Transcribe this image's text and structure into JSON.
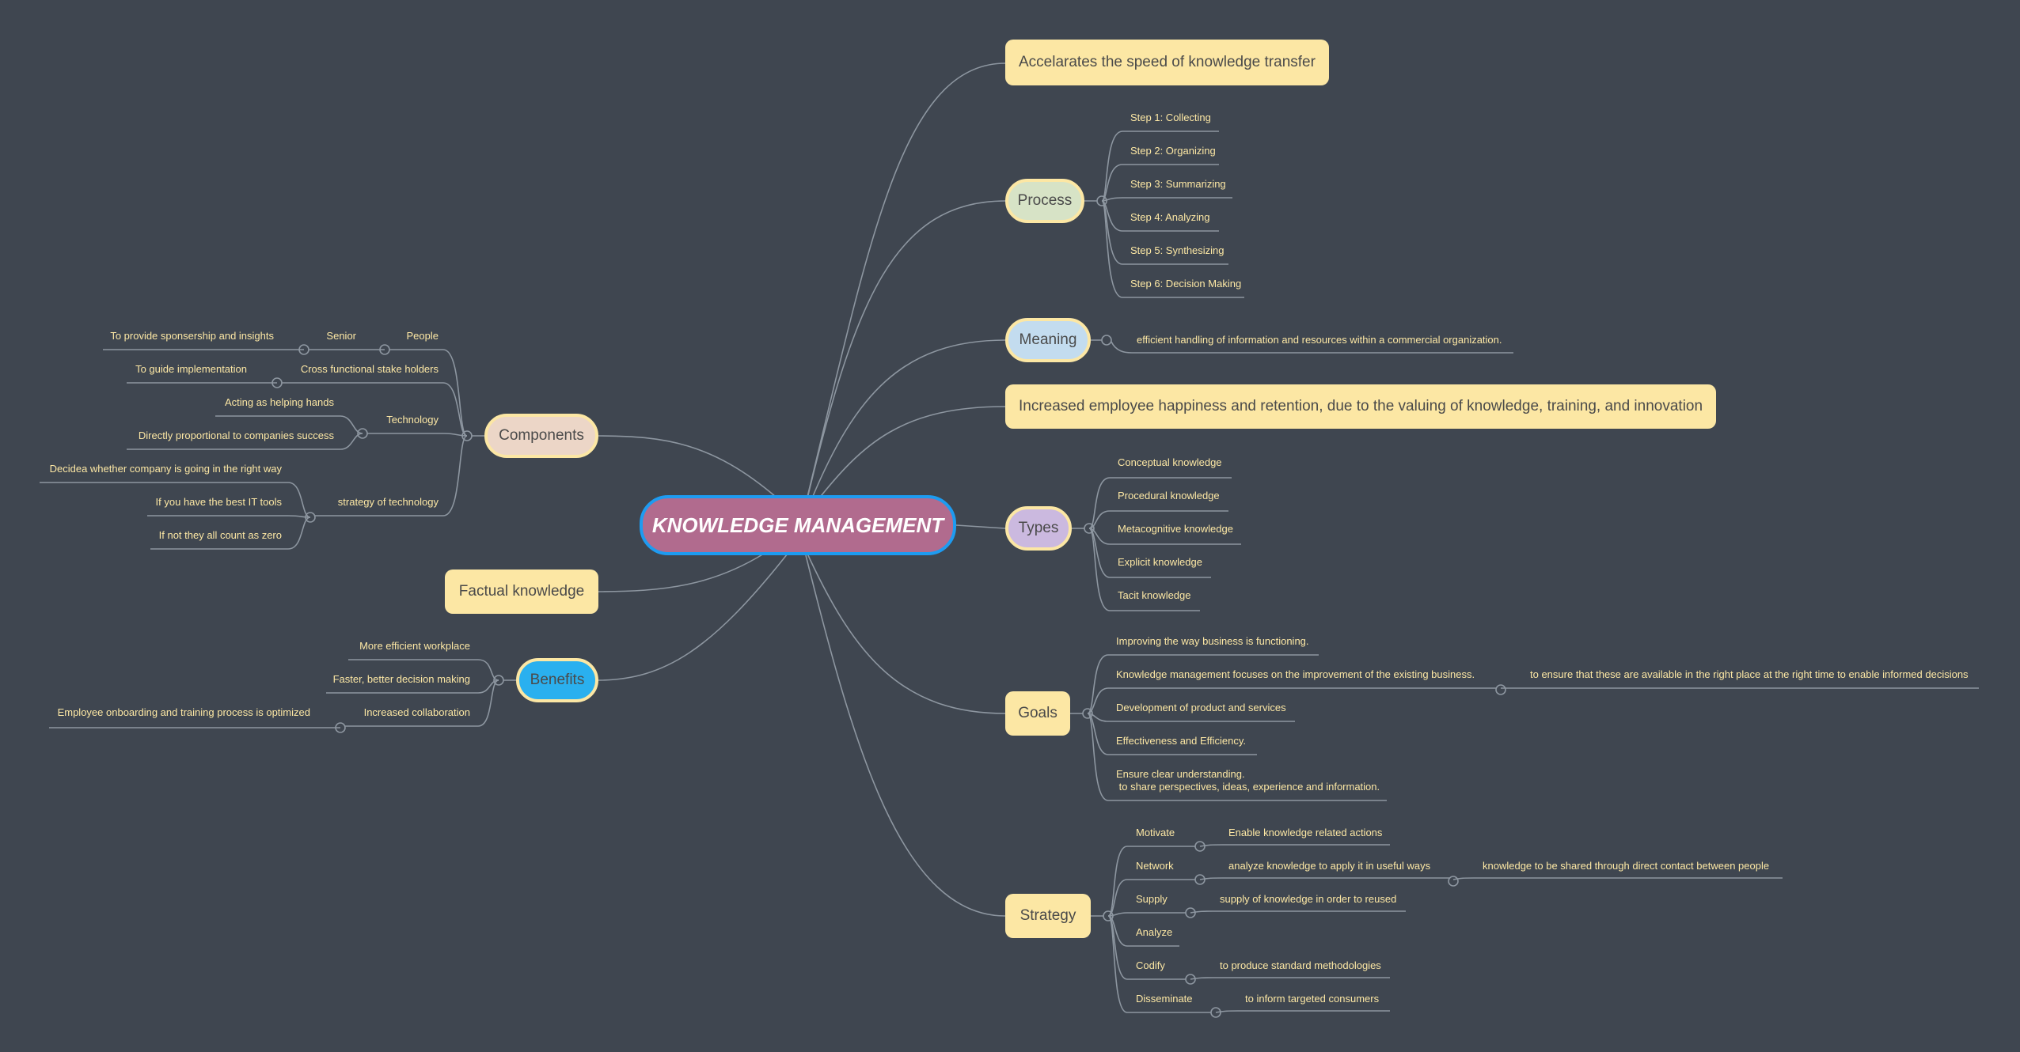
{
  "central": "KNOWLEDGE MANAGEMENT",
  "right": {
    "speed": "Accelarates the speed of knowledge transfer",
    "process": {
      "label": "Process",
      "steps": [
        "Step 1: Collecting",
        "Step 2: Organizing",
        "Step 3: Summarizing",
        "Step 4: Analyzing",
        "Step 5: Synthesizing",
        "Step 6: Decision Making"
      ]
    },
    "meaning": {
      "label": "Meaning",
      "text": "efficient handling of information and resources within a commercial organization."
    },
    "happiness": "Increased employee happiness and retention, due to the valuing of knowledge, training, and innovation",
    "types": {
      "label": "Types",
      "items": [
        "Conceptual knowledge",
        "Procedural knowledge",
        "Metacognitive knowledge",
        "Explicit knowledge",
        "Tacit knowledge"
      ]
    },
    "goals": {
      "label": "Goals",
      "items": [
        "Improving the way business is functioning.",
        "Knowledge management focuses on the improvement of the existing business.",
        "Development of product and services",
        "Effectiveness and Efficiency.",
        "Ensure clear understanding.",
        " to share perspectives, ideas, experience and information."
      ],
      "sub": "to ensure that these are available in the right place at the right time to enable informed decisions"
    },
    "strategy": {
      "label": "Strategy",
      "items": [
        "Motivate",
        "Network",
        "Supply",
        "Analyze",
        "Codify",
        "Disseminate"
      ],
      "details": {
        "motivate": "Enable knowledge related actions",
        "network": "analyze knowledge to apply it in useful ways",
        "network_sub": "knowledge to be shared through direct contact between people",
        "supply": "supply of knowledge in order to reused",
        "codify": "to produce standard methodologies",
        "disseminate": "to inform targeted consumers"
      }
    }
  },
  "left": {
    "components": {
      "label": "Components",
      "people": "People",
      "senior": "Senior",
      "senior_detail": "To provide sponsership and insights",
      "cross": "Cross functional stake holders",
      "cross_detail": "To guide implementation",
      "technology": "Technology",
      "tech_detail_1": "Acting as helping hands",
      "tech_detail_2": "Directly proportional to companies success",
      "strategy_tech": "strategy of technology",
      "st_detail_1": "Decidea whether company is going in the right way",
      "st_detail_2": "If you have the best IT tools",
      "st_detail_3": "If not they all count as zero"
    },
    "factual": "Factual knowledge",
    "benefits": {
      "label": "Benefits",
      "items": [
        "More efficient workplace",
        "Faster, better decision making",
        "Increased collaboration"
      ],
      "collab_detail": "Employee onboarding and training process is optimized"
    }
  },
  "colors": {
    "background": "#3f4650",
    "topic_fill": "#fce7a4",
    "central_fill": "#b16b8e",
    "central_border": "#1e9bf0",
    "process": "#d7e3c6",
    "meaning": "#c3dcef",
    "types": "#cbb9df",
    "components": "#ecd6c7",
    "benefits": "#2ab0ef",
    "line": "#8d96a0",
    "leaf_text": "#fce7a4"
  }
}
